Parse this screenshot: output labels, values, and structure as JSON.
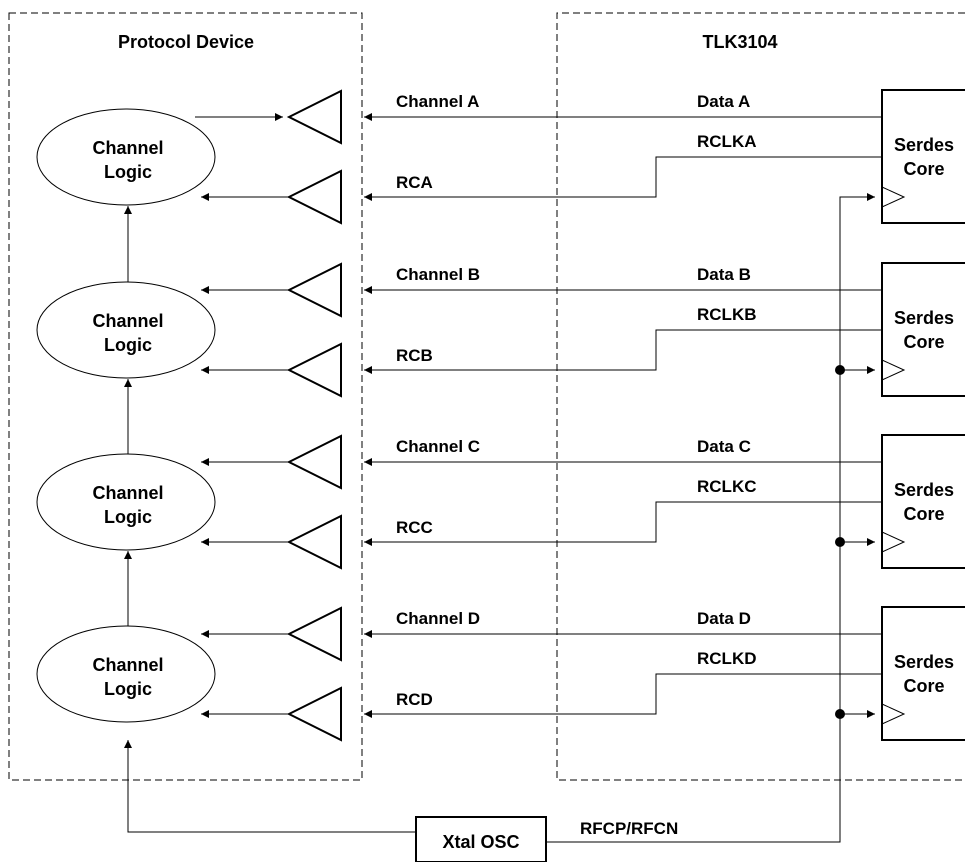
{
  "blocks": {
    "protocol_device": "Protocol Device",
    "tlk": "TLK3104",
    "xtal_osc": "Xtal OSC"
  },
  "logic": {
    "line1": "Channel",
    "line2": "Logic"
  },
  "serdes": {
    "line1": "Serdes",
    "line2": "Core"
  },
  "channels": [
    {
      "channel": "Channel A",
      "rc": "RCA",
      "data": "Data A",
      "rclk": "RCLKA"
    },
    {
      "channel": "Channel B",
      "rc": "RCB",
      "data": "Data B",
      "rclk": "RCLKB"
    },
    {
      "channel": "Channel C",
      "rc": "RCC",
      "data": "Data C",
      "rclk": "RCLKC"
    },
    {
      "channel": "Channel D",
      "rc": "RCD",
      "data": "Data D",
      "rclk": "RCLKD"
    }
  ],
  "ref_clock": "RFCP/RFCN"
}
